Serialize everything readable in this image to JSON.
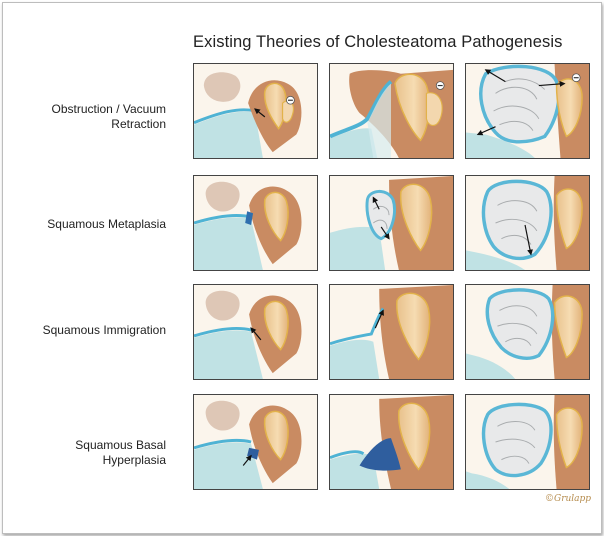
{
  "title": "Existing Theories of Cholesteatoma Pathogenesis",
  "rows": [
    {
      "label": "Obstruction / Vacuum Retraction"
    },
    {
      "label": "Squamous Metaplasia"
    },
    {
      "label": "Squamous Immigration"
    },
    {
      "label": "Squamous Basal Hyperplasia"
    }
  ],
  "negative_symbol": "−",
  "copyright": "©Grulapp",
  "colors": {
    "skin": "#f3d4a2",
    "tissue": "#c98b62",
    "epithelium": "#5ab7d6",
    "fluid": "#bfe3e5",
    "keratin": "#e9eaea",
    "bone_outline": "#e2b24a"
  }
}
